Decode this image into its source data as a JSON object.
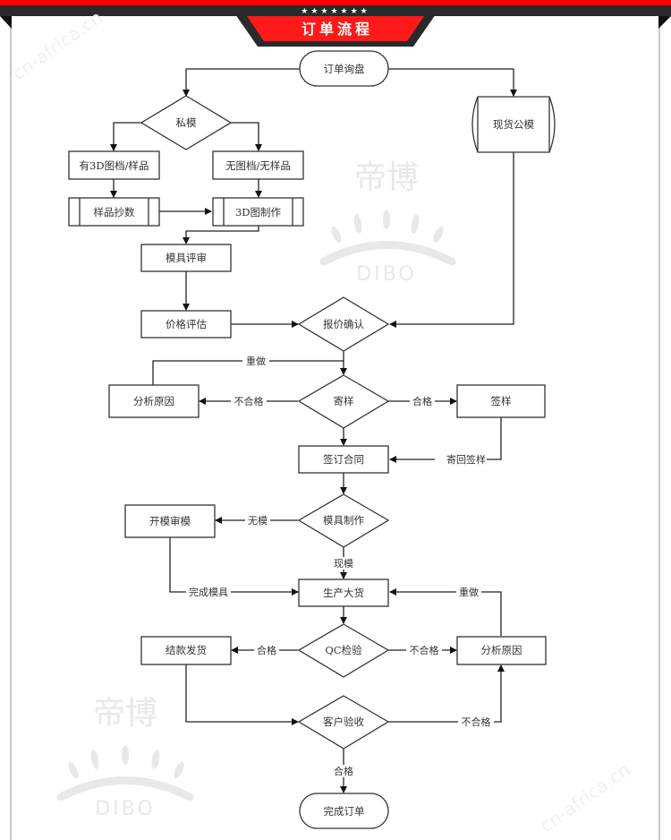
{
  "header": {
    "title": "订单流程",
    "stars": "★★★★★★★",
    "colors": {
      "red": "#ff0000",
      "dark": "#2a2a2a"
    }
  },
  "watermarks": {
    "brand_cn": "帝博",
    "brand_en": "DIBO",
    "site": "cn-africa.cn"
  },
  "nodes": {
    "order_inquiry": "订单询盘",
    "private_mold": "私模",
    "stock_public_mold": "现货公模",
    "has_3d_sample": "有3D图档/样品",
    "no_3d_sample": "无图档/无样品",
    "sample_copy": "样品抄数",
    "make_3d": "3D图制作",
    "mold_review": "模具评审",
    "price_eval": "价格评估",
    "quote_confirm": "报价确认",
    "analyze_cause_1": "分析原因",
    "send_sample": "寄样",
    "sign_sample": "签样",
    "sign_contract": "签订合同",
    "open_mold_review": "开模审模",
    "mold_making": "模具制作",
    "mass_production": "生产大货",
    "payment_shipping": "结款发货",
    "qc_inspection": "QC检验",
    "analyze_cause_2": "分析原因",
    "customer_acceptance": "客户验收",
    "order_complete": "完成订单"
  },
  "edge_labels": {
    "redo_1": "重做",
    "fail_1": "不合格",
    "pass_1": "合格",
    "return_signed": "寄回签样",
    "no_mold": "无模",
    "existing_mold": "现模",
    "mold_done": "完成模具",
    "redo_2": "重做",
    "pass_2": "合格",
    "fail_2": "不合格",
    "fail_3": "不合格",
    "pass_3": "合格"
  }
}
